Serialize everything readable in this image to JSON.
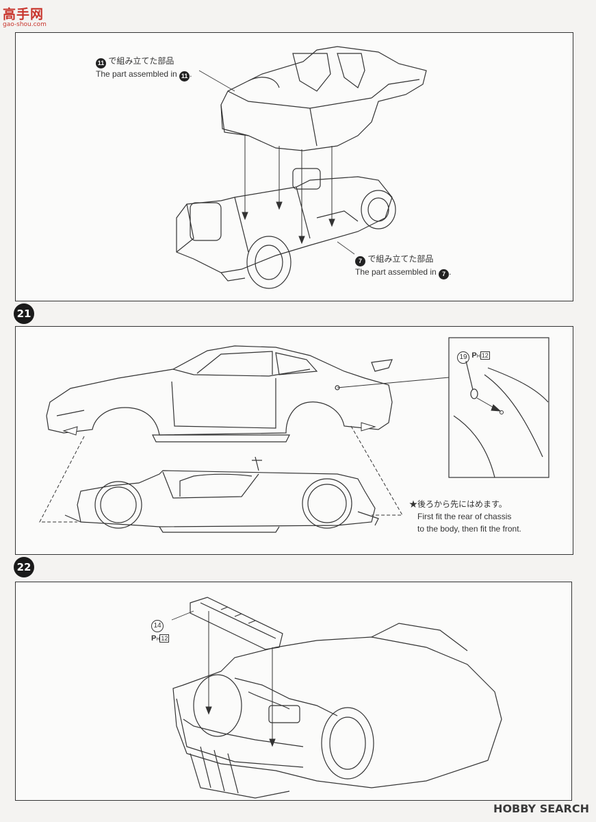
{
  "site_logo": {
    "main": "高手网",
    "sub": "gao-shou.com"
  },
  "watermark": "HOBBY SEARCH",
  "step20": {
    "label11_jp": "で組み立てた部品",
    "label11_en": "The part assembled in",
    "label11_num": "11",
    "label7_jp": "で組み立てた部品",
    "label7_en": "The part assembled in",
    "label7_num": "7"
  },
  "step21": {
    "number": "21",
    "part_num": "19",
    "ph": "P",
    "ph_sub": "H",
    "ph_num": "12",
    "note_jp": "★後ろから先にはめます。",
    "note_en_1": "First fit the rear of chassis",
    "note_en_2": "to the body, then fit the front."
  },
  "step22": {
    "number": "22",
    "part_num": "14",
    "ph": "P",
    "ph_sub": "H",
    "ph_num": "12"
  }
}
